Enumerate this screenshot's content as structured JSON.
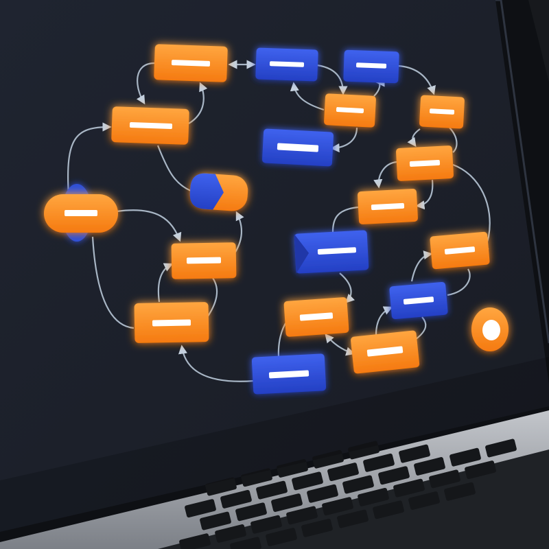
{
  "colors": {
    "background": "#1a1d22",
    "bezel": "#111418",
    "screen": "#1c2029",
    "laptop_body": "#9ea2a8",
    "keyboard_deck": "#23262b",
    "key": "#15171a",
    "orange_node": "#ff8a1c",
    "blue_node": "#2d4fd8",
    "connector": "#b8c6d6",
    "node_bar": "#ffffff"
  },
  "nodes": [
    {
      "color": "orange",
      "shape": "rect"
    },
    {
      "color": "blue",
      "shape": "rect"
    },
    {
      "color": "blue",
      "shape": "rect"
    },
    {
      "color": "orange",
      "shape": "rect"
    },
    {
      "color": "orange",
      "shape": "rect"
    },
    {
      "color": "blue",
      "shape": "rect"
    },
    {
      "color": "orange",
      "shape": "rect"
    },
    {
      "color": "orange",
      "shape": "pill"
    },
    {
      "color": "blue+orange",
      "shape": "split-pill"
    },
    {
      "color": "orange",
      "shape": "rect"
    },
    {
      "color": "orange",
      "shape": "rect"
    },
    {
      "color": "blue",
      "shape": "rect"
    },
    {
      "color": "orange",
      "shape": "rect"
    },
    {
      "color": "orange",
      "shape": "rect"
    },
    {
      "color": "blue",
      "shape": "rect"
    },
    {
      "color": "orange",
      "shape": "rect"
    },
    {
      "color": "orange",
      "shape": "rect"
    },
    {
      "color": "blue",
      "shape": "rect"
    },
    {
      "color": "orange",
      "shape": "rect"
    },
    {
      "color": "orange",
      "shape": "circle"
    }
  ]
}
